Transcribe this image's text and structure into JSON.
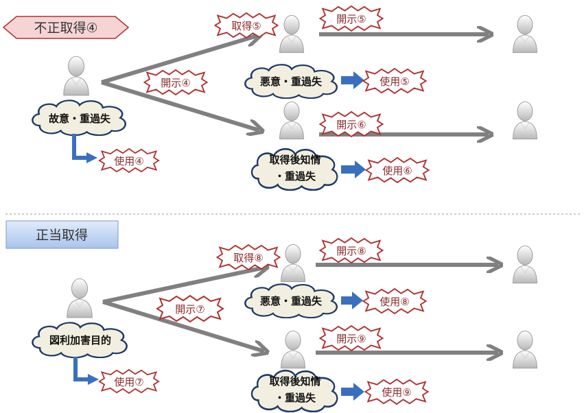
{
  "top": {
    "banner": "不正取得④",
    "source_cloud": "故意・重過失",
    "source_use": "使用④",
    "disclose": "開示④",
    "upper": {
      "acquire": "取得⑤",
      "disclose": "開示⑤",
      "cloud": "悪意・重過失",
      "use": "使用⑤"
    },
    "lower": {
      "disclose": "開示⑥",
      "cloud_line1": "取得後知情",
      "cloud_line2": "・重過失",
      "use": "使用⑥"
    }
  },
  "bottom": {
    "banner": "正当取得",
    "source_cloud": "図利加害目的",
    "source_use": "使用⑦",
    "disclose": "開示⑦",
    "upper": {
      "acquire": "取得⑧",
      "disclose": "開示⑧",
      "cloud": "悪意・重過失",
      "use": "使用⑧"
    },
    "lower": {
      "disclose": "開示⑨",
      "cloud_line1": "取得後知情",
      "cloud_line2": "・重過失",
      "use": "使用⑨"
    }
  },
  "colors": {
    "star_border": "#b03030",
    "star_text": "#8a2a2a",
    "cloud_fill": "#f3efe0",
    "cloud_border": "#1f3a66",
    "arrow_gray": "#808080",
    "arrow_blue": "#3a6fc0",
    "banner_pink": "#f6d4d4",
    "banner_blue": "#c9dcf5"
  }
}
